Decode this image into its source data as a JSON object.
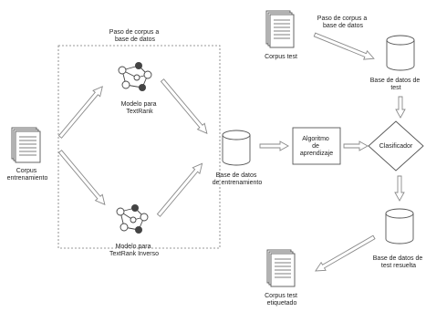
{
  "labels": {
    "paso_corpus_left": [
      "Paso de corpus a",
      "base de datos"
    ],
    "paso_corpus_right": [
      "Paso de corpus a",
      "base de datos"
    ],
    "corpus_test": [
      "Corpus test"
    ],
    "base_test": [
      "Base de datos de",
      "test"
    ],
    "modelo_textrank": [
      "Modelo para",
      "TextRank"
    ],
    "corpus_entrenamiento": [
      "Corpus",
      "entrenamiento"
    ],
    "base_entrenamiento": [
      "Base de datos",
      "de entrenamiento"
    ],
    "algoritmo": [
      "Algoritmo",
      "de",
      "aprendizaje"
    ],
    "clasificador": [
      "Clasificador"
    ],
    "modelo_inverso": [
      "Modelo para",
      "TextRank Inverso"
    ],
    "base_test_resuelta": [
      "Base de datos de",
      "test resuelta"
    ],
    "corpus_test_etiquetado": [
      "Corpus test",
      "etiquetado"
    ]
  },
  "colors": {
    "stroke": "#555555",
    "arrow_stroke": "#8a8a8a",
    "text": "#222222"
  }
}
